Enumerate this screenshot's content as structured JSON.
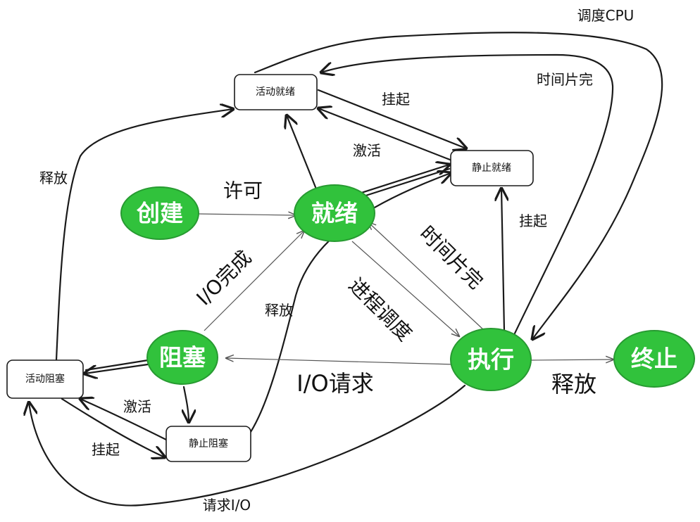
{
  "states": {
    "create": "创建",
    "ready": "就绪",
    "blocked": "阻塞",
    "running": "执行",
    "terminated": "终止"
  },
  "boxes": {
    "active_ready": "活动就绪",
    "static_ready": "静止就绪",
    "active_blocked": "活动阻塞",
    "static_blocked": "静止阻塞"
  },
  "transitions": {
    "schedule_cpu": "调度CPU",
    "time_slice_top": "时间片完",
    "suspend_ready": "挂起",
    "activate_ready": "激活",
    "permit": "许可",
    "release_left": "释放",
    "suspend_running": "挂起",
    "io_complete": "I/O完成",
    "release_static_blocked": "释放",
    "dispatch": "进程调度",
    "time_slice": "时间片完",
    "io_request": "I/O请求",
    "release_terminate": "释放",
    "activate_blocked": "激活",
    "suspend_blocked": "挂起",
    "request_io": "请求I/O"
  },
  "colors": {
    "state_fill": "#31c23c",
    "state_stroke": "#279a31",
    "state_text": "#ffffff",
    "box_stroke": "#1a1a1a"
  }
}
